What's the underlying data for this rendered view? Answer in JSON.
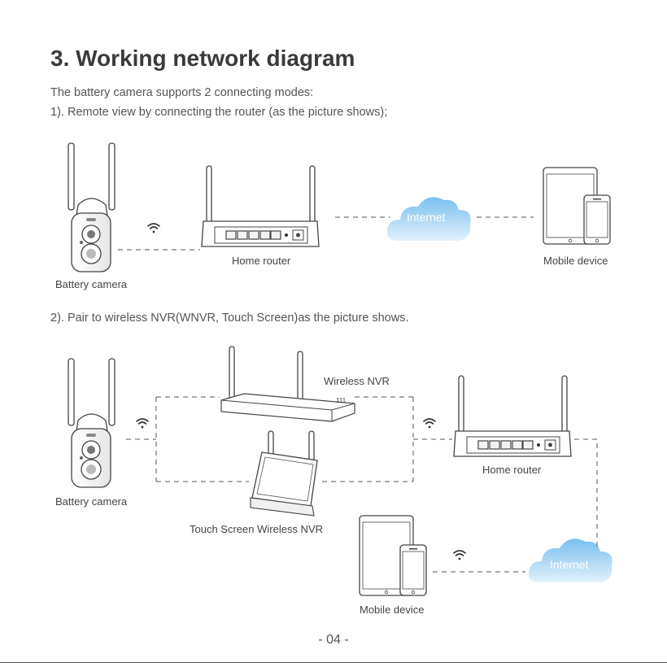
{
  "title": "3. Working network diagram",
  "intro_line1": "The battery camera supports 2 connecting modes:",
  "mode1": "1). Remote view by connecting the router (as the picture shows);",
  "mode2": "2). Pair to wireless NVR(WNVR, Touch Screen)as the picture shows.",
  "labels": {
    "battery_camera": "Battery camera",
    "home_router": "Home router",
    "mobile_device": "Mobile device",
    "internet": "Internet",
    "wireless_nvr": "Wireless NVR",
    "touch_screen_nvr": "Touch Screen Wireless NVR",
    "nvr_ports": "111"
  },
  "page_number": "- 04 -",
  "colors": {
    "cloud_top": "#79bff0",
    "cloud_bottom": "#dfeffb",
    "line": "#555555",
    "text": "#444444"
  }
}
